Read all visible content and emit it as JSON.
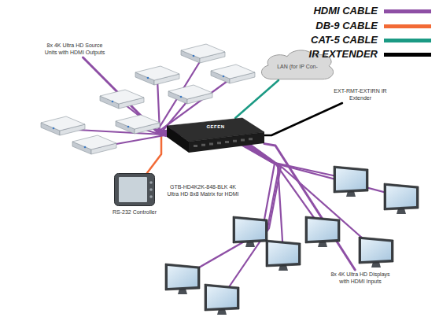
{
  "diagram": {
    "nodes": [
      {
        "text": [
          "8x 4K Ultra HD Source Units with HDMI Outputs"
        ]
      },
      {
        "text": [
          "LAN (for IP Con-"
        ]
      },
      {
        "text": [
          "GTB-HD4K2K-848-BLK 4K Ultra HD 8x8 Matrix for HDMI"
        ]
      },
      {
        "text": [
          "EXT-RMT-EXTIRN IR Extender"
        ]
      },
      {
        "text": [
          "RS-232 Controller"
        ]
      },
      {
        "text": [
          "8x 4K Ultra HD Displays with HDMI Inputs"
        ]
      }
    ],
    "edges": [
      {
        "from": 0,
        "to": 2,
        "arrow": "none"
      },
      {
        "from": 2,
        "to": 1,
        "arrow": "none"
      },
      {
        "from": 2,
        "to": 3,
        "arrow": "none"
      },
      {
        "from": 4,
        "to": 2,
        "arrow": "none"
      },
      {
        "from": 2,
        "to": 5,
        "arrow": "none"
      }
    ],
    "labels": [
      "GEFEN"
    ],
    "legend": [
      {
        "text": "HDMI CABLE",
        "color": "#8e4fa5"
      },
      {
        "text": "DB-9 CABLE",
        "color": "#f26a36"
      },
      {
        "text": "CAT-5 CABLE",
        "color": "#1b9a84"
      },
      {
        "text": "IR EXTENDER",
        "color": "#000000"
      }
    ]
  }
}
